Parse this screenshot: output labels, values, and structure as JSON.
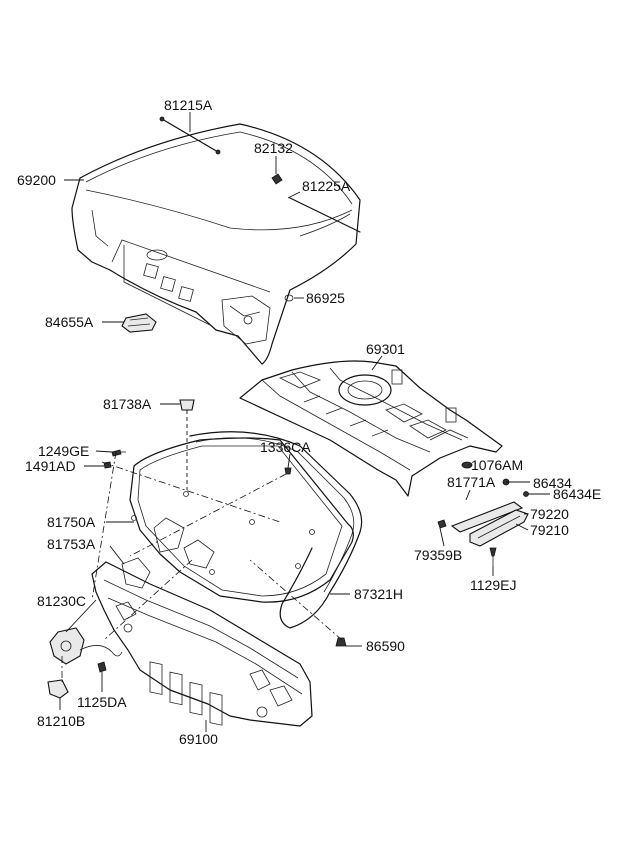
{
  "parts": [
    {
      "id": "81215A"
    },
    {
      "id": "82132"
    },
    {
      "id": "69200"
    },
    {
      "id": "81225A"
    },
    {
      "id": "86925"
    },
    {
      "id": "84655A"
    },
    {
      "id": "69301"
    },
    {
      "id": "81738A"
    },
    {
      "id": "1249GE"
    },
    {
      "id": "1336CA"
    },
    {
      "id": "1491AD"
    },
    {
      "id": "1076AM"
    },
    {
      "id": "81771A"
    },
    {
      "id": "86434"
    },
    {
      "id": "86434E"
    },
    {
      "id": "81750A"
    },
    {
      "id": "79220"
    },
    {
      "id": "79210"
    },
    {
      "id": "81753A"
    },
    {
      "id": "79359B"
    },
    {
      "id": "1129EJ"
    },
    {
      "id": "81230C"
    },
    {
      "id": "87321H"
    },
    {
      "id": "86590"
    },
    {
      "id": "1125DA"
    },
    {
      "id": "81210B"
    },
    {
      "id": "69100"
    }
  ]
}
